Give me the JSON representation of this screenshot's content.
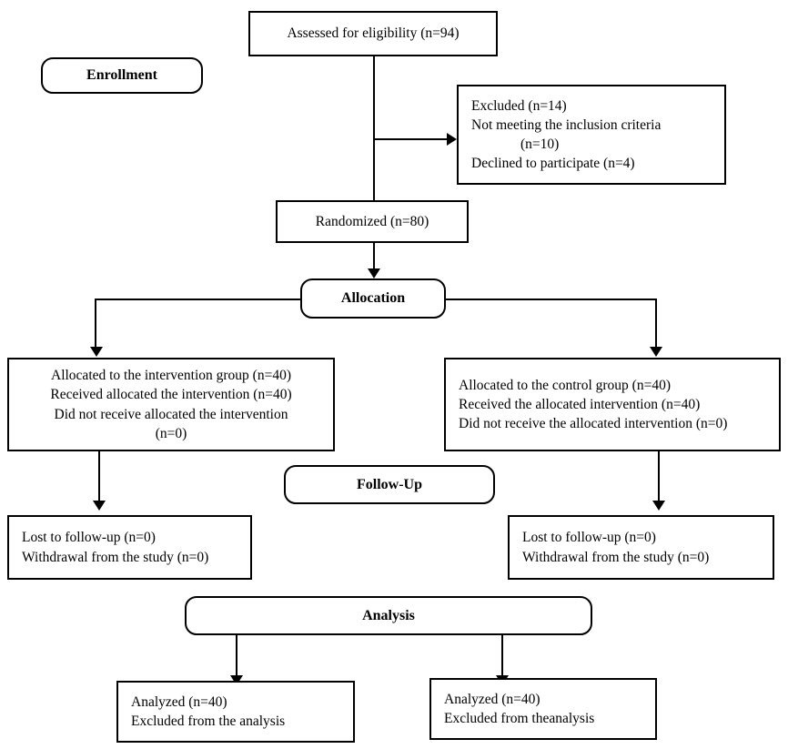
{
  "diagram": {
    "title": "CONSORT participant flow diagram",
    "type": "flowchart",
    "colors": {
      "stroke": "#000000",
      "background": "#ffffff",
      "text": "#000000"
    }
  },
  "stages": {
    "enrollment": "Enrollment",
    "allocation": "Allocation",
    "followup": "Follow-Up",
    "analysis": "Analysis"
  },
  "nodes": {
    "assessed": {
      "line1": "Assessed for eligibility (n=94)"
    },
    "excluded": {
      "line1": "Excluded (n=14)",
      "line2": "Not meeting the inclusion criteria",
      "line3": "(n=10)",
      "line4": "Declined to participate (n=4)"
    },
    "randomized": {
      "line1": "Randomized (n=80)"
    },
    "intervention_alloc": {
      "line1": "Allocated to the intervention group (n=40)",
      "line2": "Received allocated the intervention (n=40)",
      "line3": "Did not receive allocated the intervention",
      "line4": "(n=0)"
    },
    "control_alloc": {
      "line1": "Allocated to the control group (n=40)",
      "line2": "Received the allocated intervention (n=40)",
      "line3": "Did not receive the allocated intervention (n=0)"
    },
    "intervention_followup": {
      "line1": "Lost to follow-up (n=0)",
      "line2": "Withdrawal from the study (n=0)"
    },
    "control_followup": {
      "line1": "Lost to follow-up (n=0)",
      "line2": "Withdrawal from the study (n=0)"
    },
    "intervention_analysis": {
      "line1": "Analyzed (n=40)",
      "line2": "Excluded from the analysis"
    },
    "control_analysis": {
      "line1": "Analyzed (n=40)",
      "line2": "Excluded from theanalysis"
    }
  }
}
